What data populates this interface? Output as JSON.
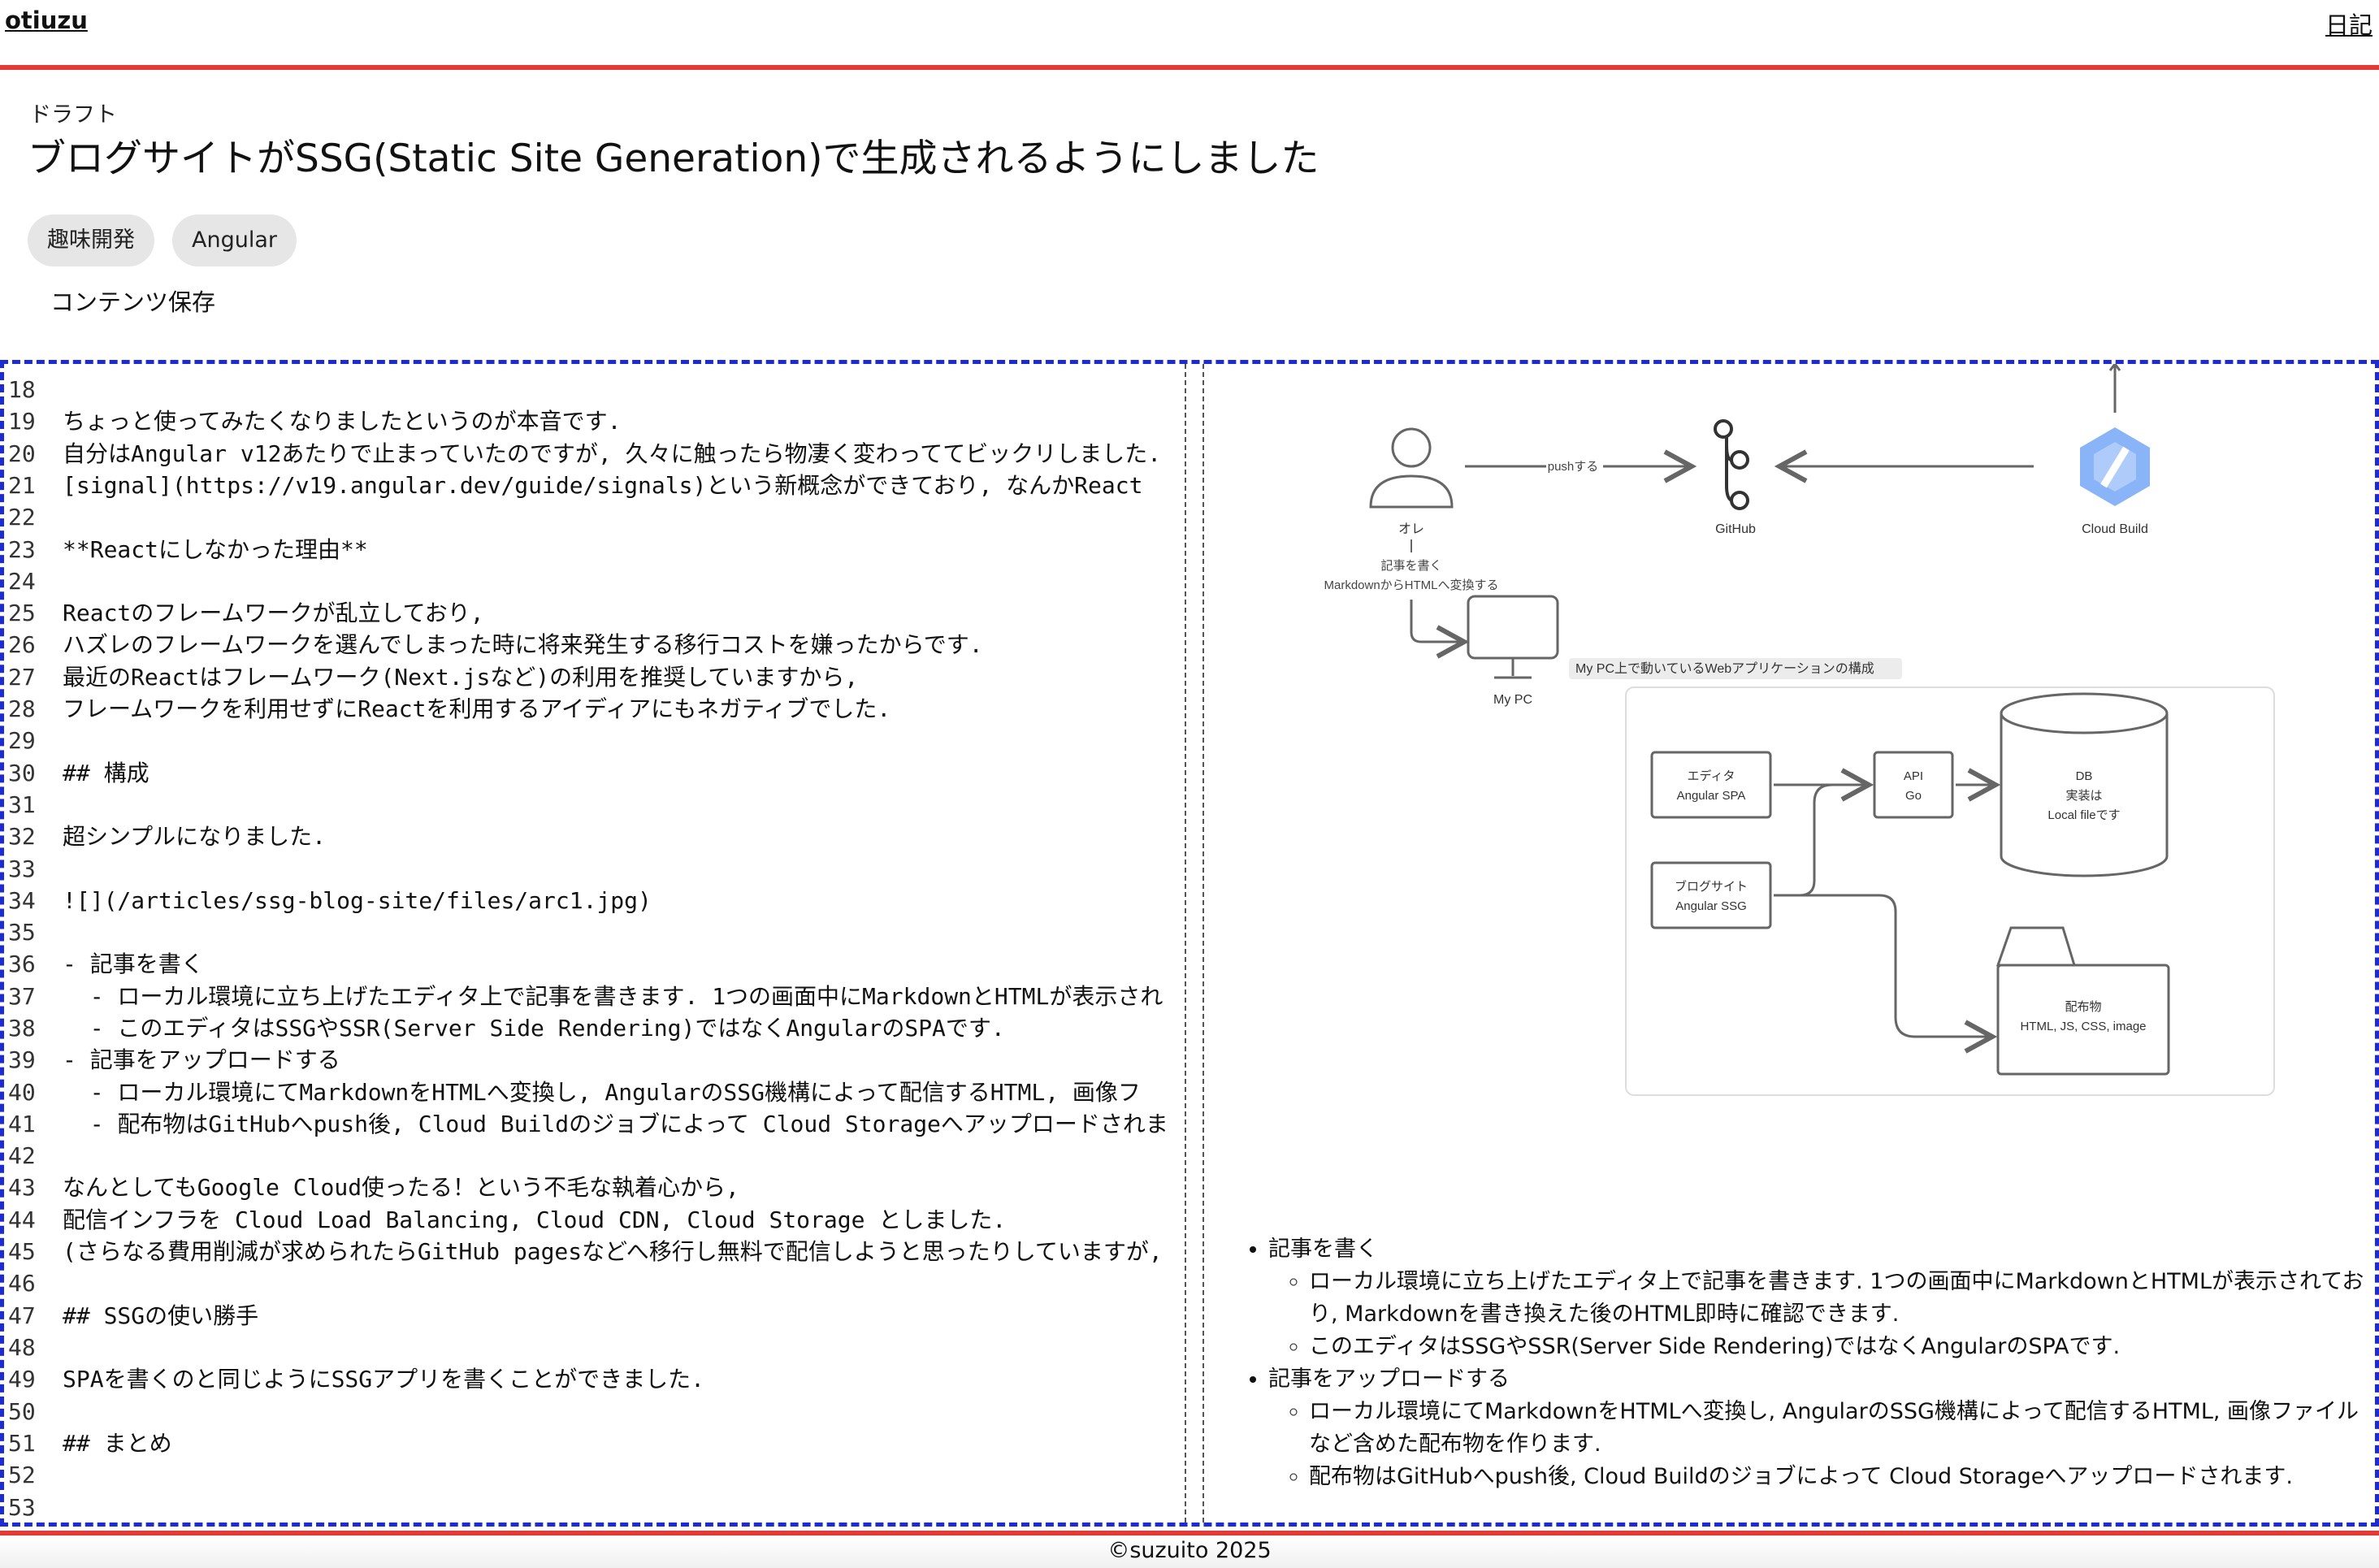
{
  "nav": {
    "brand": "otiuzu",
    "diary_link": "日記"
  },
  "article": {
    "status": "ドラフト",
    "title": "ブログサイトがSSG(Static Site Generation)で生成されるようにしました",
    "tags": [
      "趣味開発",
      "Angular"
    ],
    "save_label": "コンテンツ保存"
  },
  "editor": {
    "lines": [
      {
        "n": "18",
        "t": ""
      },
      {
        "n": "19",
        "t": "ちょっと使ってみたくなりましたというのが本音です."
      },
      {
        "n": "20",
        "t": "自分はAngular v12あたりで止まっていたのですが, 久々に触ったら物凄く変わっててビックリしました."
      },
      {
        "n": "21",
        "t": "[signal](https://v19.angular.dev/guide/signals)という新概念ができており, なんかReact"
      },
      {
        "n": "22",
        "t": ""
      },
      {
        "n": "23",
        "t": "**Reactにしなかった理由**"
      },
      {
        "n": "24",
        "t": ""
      },
      {
        "n": "25",
        "t": "Reactのフレームワークが乱立しており,"
      },
      {
        "n": "26",
        "t": "ハズレのフレームワークを選んでしまった時に将来発生する移行コストを嫌ったからです."
      },
      {
        "n": "27",
        "t": "最近のReactはフレームワーク(Next.jsなど)の利用を推奨していますから,"
      },
      {
        "n": "28",
        "t": "フレームワークを利用せずにReactを利用するアイディアにもネガティブでした."
      },
      {
        "n": "29",
        "t": ""
      },
      {
        "n": "30",
        "t": "## 構成"
      },
      {
        "n": "31",
        "t": ""
      },
      {
        "n": "32",
        "t": "超シンプルになりました."
      },
      {
        "n": "33",
        "t": ""
      },
      {
        "n": "34",
        "t": "![](/articles/ssg-blog-site/files/arc1.jpg)"
      },
      {
        "n": "35",
        "t": ""
      },
      {
        "n": "36",
        "t": "- 記事を書く"
      },
      {
        "n": "37",
        "t": "  - ローカル環境に立ち上げたエディタ上で記事を書きます. 1つの画面中にMarkdownとHTMLが表示され"
      },
      {
        "n": "38",
        "t": "  - このエディタはSSGやSSR(Server Side Rendering)ではなくAngularのSPAです."
      },
      {
        "n": "39",
        "t": "- 記事をアップロードする"
      },
      {
        "n": "40",
        "t": "  - ローカル環境にてMarkdownをHTMLへ変換し, AngularのSSG機構によって配信するHTML, 画像フ"
      },
      {
        "n": "41",
        "t": "  - 配布物はGitHubへpush後, Cloud Buildのジョブによって Cloud Storageへアップロードされま"
      },
      {
        "n": "42",
        "t": ""
      },
      {
        "n": "43",
        "t": "なんとしてもGoogle Cloud使ったる！という不毛な執着心から,"
      },
      {
        "n": "44",
        "t": "配信インフラを Cloud Load Balancing, Cloud CDN, Cloud Storage としました."
      },
      {
        "n": "45",
        "t": "(さらなる費用削減が求められたらGitHub pagesなどへ移行し無料で配信しようと思ったりしていますが,"
      },
      {
        "n": "46",
        "t": ""
      },
      {
        "n": "47",
        "t": "## SSGの使い勝手"
      },
      {
        "n": "48",
        "t": ""
      },
      {
        "n": "49",
        "t": "SPAを書くのと同じようにSSGアプリを書くことができました."
      },
      {
        "n": "50",
        "t": ""
      },
      {
        "n": "51",
        "t": "## まとめ"
      },
      {
        "n": "52",
        "t": ""
      },
      {
        "n": "53",
        "t": ""
      }
    ]
  },
  "preview": {
    "diagram": {
      "push_label": "pushする",
      "me_label": "オレ",
      "write_label_1": "記事を書く",
      "write_label_2": "MarkdownからHTMLへ変換する",
      "github_label": "GitHub",
      "cloudbuild_label": "Cloud Build",
      "mypc_label": "My PC",
      "group_title": "My PC上で動いているWebアプリケーションの構成",
      "editor_box_1": "エディタ",
      "editor_box_2": "Angular SPA",
      "api_box_1": "API",
      "api_box_2": "Go",
      "blog_box_1": "ブログサイト",
      "blog_box_2": "Angular SSG",
      "db_1": "DB",
      "db_2": "実装は",
      "db_3": "Local fileです",
      "dist_1": "配布物",
      "dist_2": "HTML, JS, CSS, image"
    },
    "bullets": {
      "item1": "記事を書く",
      "item1_sub1": "ローカル環境に立ち上げたエディタ上で記事を書きます. 1つの画面中にMarkdownとHTMLが表示されており, Markdownを書き換えた後のHTML即時に確認できます.",
      "item1_sub2": "このエディタはSSGやSSR(Server Side Rendering)ではなくAngularのSPAです.",
      "item2": "記事をアップロードする",
      "item2_sub1": "ローカル環境にてMarkdownをHTMLへ変換し, AngularのSSG機構によって配信するHTML, 画像ファイルなど含めた配布物を作ります.",
      "item2_sub2": "配布物はGitHubへpush後, Cloud Buildのジョブによって Cloud Storageへアップロードされます."
    },
    "cutoff_text": "なんとしてもGoogle Cloud使ったる！という不毛な執着心から, 配信インフラを Cloud Load Balancing, Cloud CDN, Cloud Storage"
  },
  "footer": {
    "copyright": "©suzuito 2025"
  },
  "colors": {
    "accent_red": "#e53935",
    "editor_border": "#1d2bd6",
    "tag_bg": "#e6e6e6",
    "cloudbuild_blue": "#8ab4f8"
  }
}
